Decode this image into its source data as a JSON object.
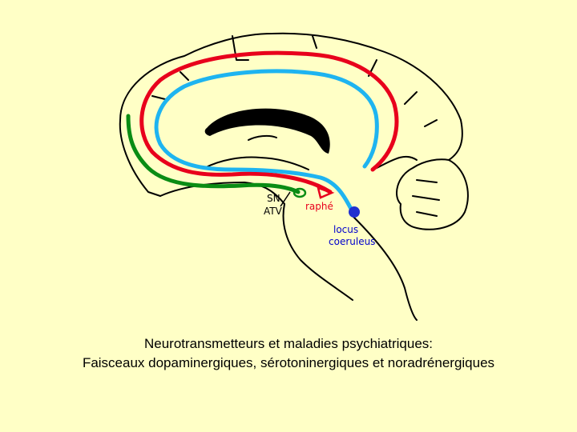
{
  "diagram": {
    "labels": {
      "sn": "SN",
      "atv": "ATV",
      "raphe": "raphé",
      "locus_line1": "locus",
      "locus_line2": "coeruleus"
    },
    "colors": {
      "background": "#FFFFC6",
      "dopaminergic": "#0A8C14",
      "serotoninergic": "#E8001C",
      "noradrenergic": "#1EB4F0",
      "locus_dot": "#2030D0",
      "outline": "#000000"
    }
  },
  "caption": {
    "line1": "Neurotransmetteurs et maladies psychiatriques:",
    "line2": "Faisceaux dopaminergiques, sérotoninergiques et noradrénergiques"
  }
}
